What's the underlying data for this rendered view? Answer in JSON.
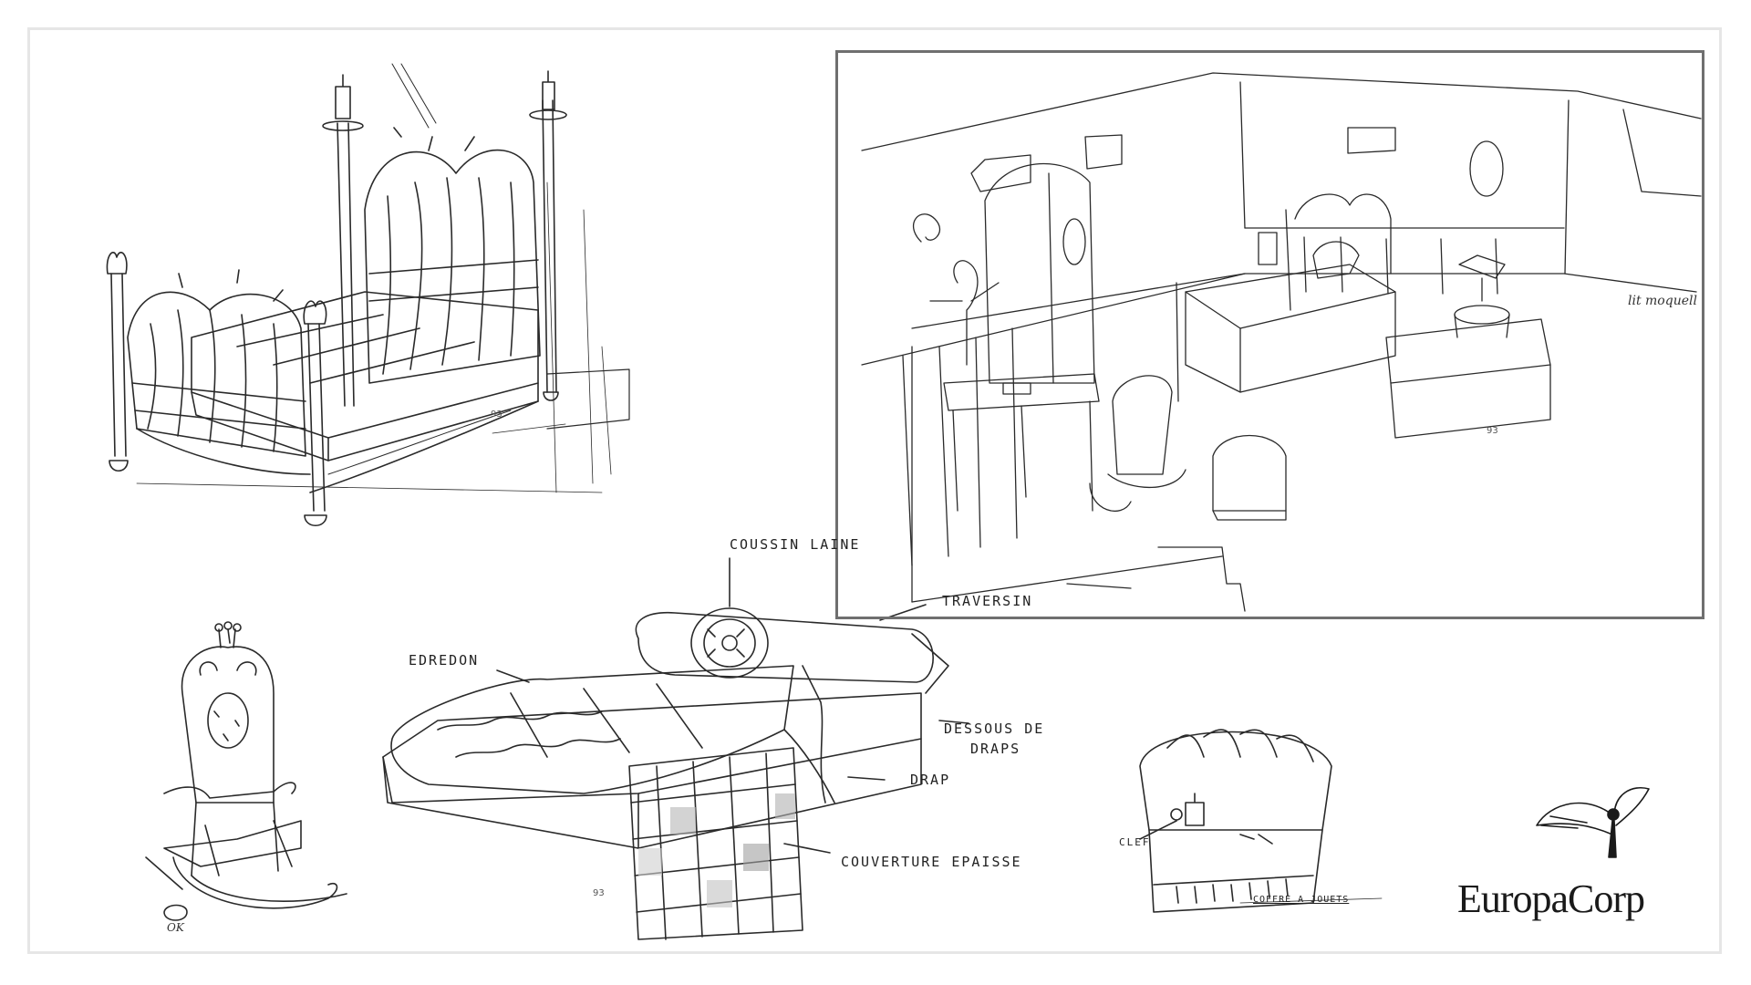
{
  "labels": {
    "coussin": "COUSSIN LAINE",
    "traversin": "TRAVERSIN",
    "edredon": "EDREDON",
    "dessous1": "DESSOUS DE",
    "dessous2": "DRAPS",
    "drap": "DRAP",
    "couverture": "COUVERTURE EPAISSE",
    "clef": "CLEF",
    "coffre": "COFFRE A JOUETS",
    "lit": "lit moquell",
    "ok": "OK"
  },
  "brand": {
    "logo_text": "EuropaCorp",
    "logo_icon": "winged-figure-icon"
  },
  "colors": {
    "ink": "#2a2a2a",
    "frame": "#6f6f6f",
    "border": "#e6e6e6"
  }
}
